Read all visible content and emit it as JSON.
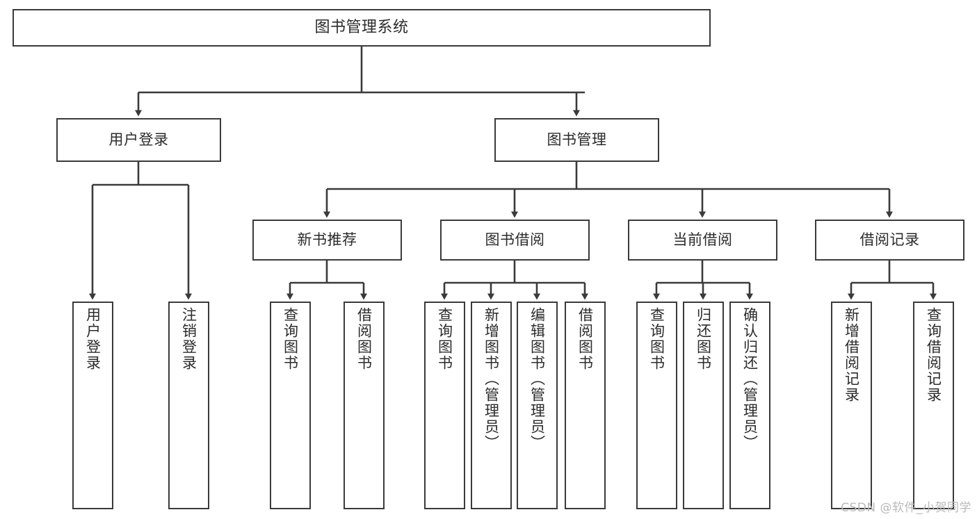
{
  "diagram": {
    "title": "图书管理系统",
    "watermark": "CSDN @软件_小贺同学",
    "line_color": "#3a3a3a",
    "box_fill": "#ffffff",
    "text_color": "#2b2b2b",
    "watermark_color": "#b9b9b9"
  },
  "root": {
    "label": "图书管理系统"
  },
  "level2": [
    {
      "label": "用户登录"
    },
    {
      "label": "图书管理"
    }
  ],
  "level3": [
    {
      "label": "新书推荐"
    },
    {
      "label": "图书借阅"
    },
    {
      "label": "当前借阅"
    },
    {
      "label": "借阅记录"
    }
  ],
  "leaves": {
    "user_login": [
      {
        "label": "用户登录"
      },
      {
        "label": "注销登录"
      }
    ],
    "new_book_recommend": [
      {
        "label": "查询图书"
      },
      {
        "label": "借阅图书"
      }
    ],
    "book_borrow": [
      {
        "label": "查询图书"
      },
      {
        "label": "新增图书（管理员）"
      },
      {
        "label": "编辑图书（管理员）"
      },
      {
        "label": "借阅图书"
      }
    ],
    "current_borrow": [
      {
        "label": "查询图书"
      },
      {
        "label": "归还图书"
      },
      {
        "label": "确认归还（管理员）"
      }
    ],
    "borrow_record": [
      {
        "label": "新增借阅记录"
      },
      {
        "label": "查询借阅记录"
      }
    ]
  }
}
